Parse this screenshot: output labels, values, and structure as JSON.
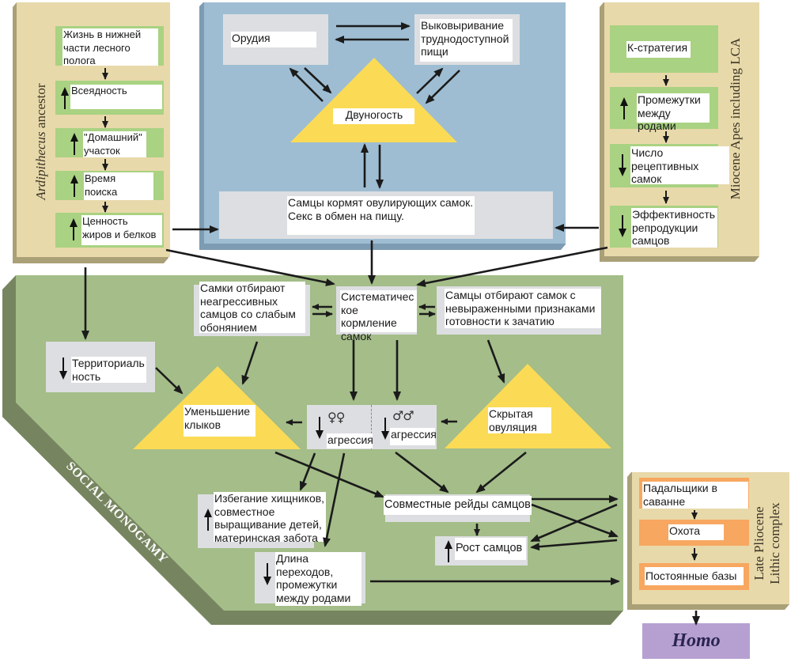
{
  "left_panel": {
    "title_genus": "Ardipithecus",
    "title_rest": " ancestor",
    "items": [
      {
        "label": "Жизнь в нижней\nчасти  лесного\nполога",
        "trend": "none"
      },
      {
        "label": "Всеядность",
        "trend": "up"
      },
      {
        "label": "\"Домашний\"\nучасток",
        "trend": "up"
      },
      {
        "label": "Время\nпоиска",
        "trend": "up"
      },
      {
        "label": "Ценность\nжиров и белков",
        "trend": "up"
      }
    ]
  },
  "center_panel": {
    "tools": "Орудия",
    "extractive_foraging": "Выковыривание\nтруднодоступной\nпищи",
    "bipedality": "Двуногость",
    "provisioning": "Самцы кормят овулирующих самок.\nСекс в обмен на пищу."
  },
  "right_panel": {
    "title": "Miocene Apes including LCA",
    "items": [
      {
        "label": "К-стратегия",
        "trend": "none"
      },
      {
        "label": "Промежутки\nмежду родами",
        "trend": "up"
      },
      {
        "label": "Число\nрецептивных\nсамок",
        "trend": "down"
      },
      {
        "label": "Эффективность\nрепродукции\nсамцов",
        "trend": "down"
      }
    ]
  },
  "social_monogamy": {
    "title": "SOCIAL MONOGAMY",
    "female_choice": "Самки отбирают\nнеагрессивных\nсамцов со слабым\nобонянием",
    "systematic_provisioning": "Систематичес\nкое кормление\nсамок",
    "male_choice": "Самцы отбирают самок с\nневыраженными признаками\nготовности к зачатию",
    "territoriality": {
      "label": "Территориаль\nность",
      "trend": "down"
    },
    "canine_reduction": "Уменьшение\nклыков",
    "female_aggression": {
      "symbol": "♀♀",
      "label": "агрессия",
      "trend": "down"
    },
    "male_aggression": {
      "symbol": "♂♂",
      "label": "агрессия",
      "trend": "down"
    },
    "concealed_ovulation": "Скрытая\nовуляция",
    "predator_avoidance": {
      "label": "Избегание хищников,\nсовместное\nвыращивание детей,\nматеринская забота",
      "trend": "up"
    },
    "day_range": {
      "label": "Длина\nпереходов,\nпромежутки\nмежду родами",
      "trend": "down"
    },
    "cooperative_raids": "Совместные рейды самцов",
    "male_size": {
      "label": "Рост самцов",
      "trend": "up"
    }
  },
  "lithic_panel": {
    "title_line1": "Late Pliocene",
    "title_line2": "Lithic complex",
    "items": [
      {
        "label": "Падальщики в\nсаванне"
      },
      {
        "label": "Охота"
      },
      {
        "label": "Постоянные базы"
      }
    ]
  },
  "outcome": {
    "label": "Homo"
  },
  "colors": {
    "beige_panel": "#e8d9aa",
    "green_box": "#a9d282",
    "blue_panel": "#9ebdd2",
    "triangle_yellow": "#fbdb55",
    "monogamy_green": "#a4bd89",
    "monogamy_band": "#76855f",
    "gray_box": "#dddee1",
    "orange_box": "#f7a760",
    "homo_purple": "#b6a0d2"
  }
}
